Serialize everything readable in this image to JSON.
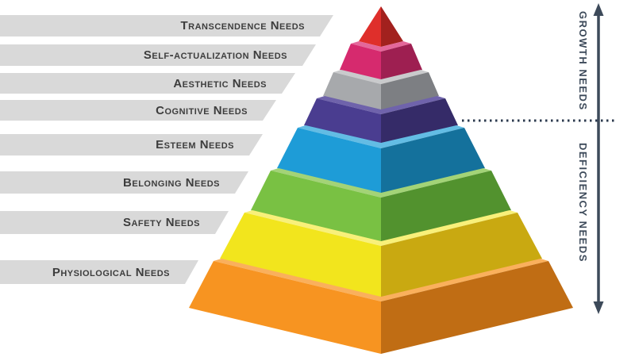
{
  "layers": [
    {
      "label": "Transcendence Needs",
      "face": "#df2f2b",
      "side": "#a2211e",
      "rim": "#ef6b67"
    },
    {
      "label": "Self-actualization Needs",
      "face": "#d62a6e",
      "side": "#9e1f51",
      "rim": "#e4679a"
    },
    {
      "label": "Aesthetic Needs",
      "face": "#a7a9ac",
      "side": "#7d7f83",
      "rim": "#c9cacc"
    },
    {
      "label": "Cognitive Needs",
      "face": "#4a3d90",
      "side": "#352b68",
      "rim": "#6f63ab"
    },
    {
      "label": "Esteem Needs",
      "face": "#1e9cd7",
      "side": "#14719c",
      "rim": "#63bce4"
    },
    {
      "label": "Belonging Needs",
      "face": "#79c143",
      "side": "#52922e",
      "rim": "#a3d377"
    },
    {
      "label": "Safety Needs",
      "face": "#f2e51d",
      "side": "#c9a911",
      "rim": "#f8f07a"
    },
    {
      "label": "Physiological Needs",
      "face": "#f79421",
      "side": "#c06d14",
      "rim": "#fab05c"
    }
  ],
  "axis": {
    "growth": "Growth Needs",
    "deficiency": "Deficiency Needs"
  },
  "colors": {
    "bar": "#d9d9d9",
    "bar_text": "#3d3d3d",
    "axis": "#3d4a5a",
    "divider": "#2b3a4e"
  }
}
